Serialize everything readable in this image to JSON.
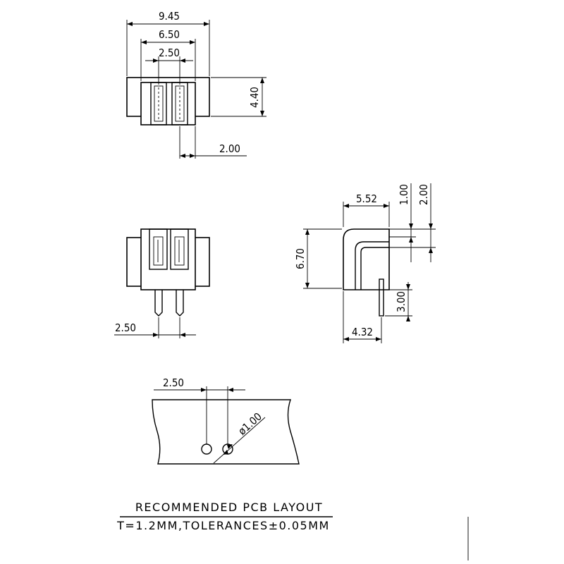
{
  "top_view": {
    "dim_overall_width": "9.45",
    "dim_inner_width": "6.50",
    "dim_pitch": "2.50",
    "dim_depth": "4.40",
    "dim_offset": "2.00"
  },
  "front_view": {
    "dim_pitch": "2.50"
  },
  "side_view": {
    "dim_width": "5.52",
    "dim_top_a": "1.00",
    "dim_top_b": "2.00",
    "dim_height": "6.70",
    "dim_pin_length": "3.00",
    "dim_base_width": "4.32"
  },
  "pcb_layout": {
    "dim_pitch": "2.50",
    "dim_hole_diameter": "ø1.00",
    "title": "RECOMMENDED PCB LAYOUT",
    "note": "T=1.2MM,TOLERANCES±0.05MM"
  }
}
